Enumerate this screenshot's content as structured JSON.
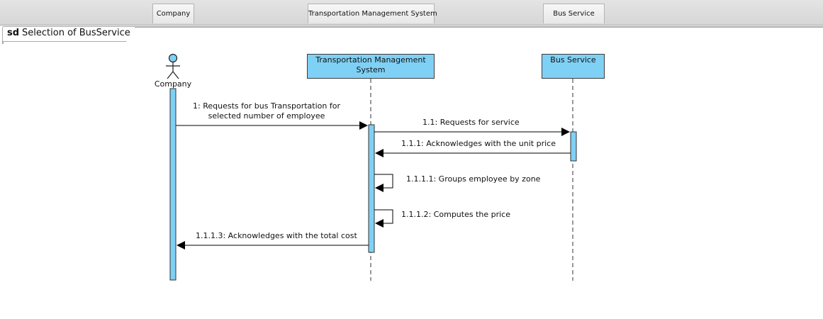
{
  "tabs": {
    "company": "Company",
    "tms": "Transportation Management System",
    "bus": "Bus Service"
  },
  "frame": {
    "keyword": "sd",
    "title": "Selection of BusService"
  },
  "lifelines": {
    "company": "Company",
    "tms_line1": "Transportation Management",
    "tms_line2": "System",
    "bus": "Bus Service"
  },
  "messages": {
    "m1_line1": "1: Requests for bus Transportation for",
    "m1_line2": "selected number of employee",
    "m11": "1.1: Requests for service",
    "m111": "1.1.1: Acknowledges with the unit price",
    "m1111": "1.1.1.1: Groups employee by zone",
    "m1112": "1.1.1.2: Computes the price",
    "m1113": "1.1.1.3: Acknowledges with the total cost"
  },
  "colors": {
    "activation": "#7fd0f5",
    "outline": "#333333"
  }
}
